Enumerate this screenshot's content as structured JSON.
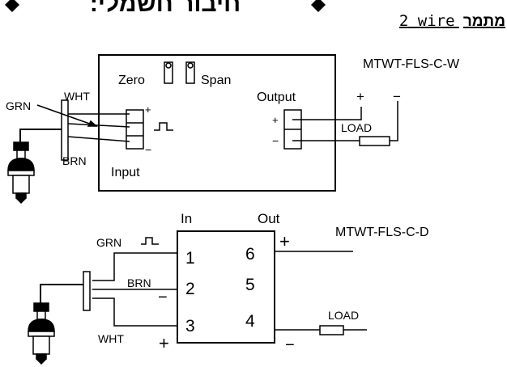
{
  "header": {
    "title": "חיבור חשמלי:",
    "subtitle_prefix": "מתמר",
    "subtitle_suffix": "2 wire"
  },
  "diagram_top": {
    "model": "MTWT-FLS-C-W",
    "zero": "Zero",
    "span": "Span",
    "output": "Output",
    "input": "Input",
    "load": "LOAD",
    "wire_grn": "GRN",
    "wire_wht": "WHT",
    "wire_brn": "BRN",
    "plus": "+",
    "minus": "−"
  },
  "diagram_bottom": {
    "model": "MTWT-FLS-C-D",
    "in": "In",
    "out": "Out",
    "pin1": "1",
    "pin2": "2",
    "pin3": "3",
    "pin4": "4",
    "pin5": "5",
    "pin6": "6",
    "load": "LOAD",
    "wire_grn": "GRN",
    "wire_brn": "BRN",
    "wire_wht": "WHT",
    "plus": "+",
    "minus": "−"
  }
}
